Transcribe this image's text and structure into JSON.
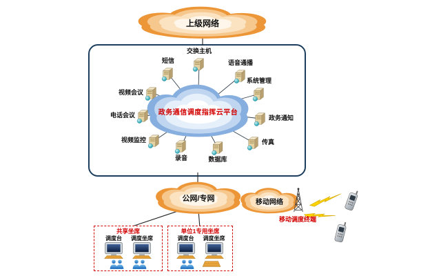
{
  "diagram": {
    "top_cloud_label": "上级网络",
    "platform": {
      "cloud_label": "政务通信调度指挥云平台",
      "servers": [
        {
          "label": "交换主机"
        },
        {
          "label": "短信"
        },
        {
          "label": "语音通播"
        },
        {
          "label": "视频会议"
        },
        {
          "label": "系统管理"
        },
        {
          "label": "电话会议"
        },
        {
          "label": "政务通知"
        },
        {
          "label": "视频监控"
        },
        {
          "label": "传真"
        },
        {
          "label": "录音"
        },
        {
          "label": "数据库"
        }
      ]
    },
    "public_cloud_label": "公网/专网",
    "mobile": {
      "cloud_label": "移动网络",
      "terminal_label": "移动调度终端"
    },
    "seat_groups": [
      {
        "title": "共享坐席",
        "consoles": [
          {
            "label": "调度台"
          },
          {
            "label": "调度坐席"
          }
        ]
      },
      {
        "title": "单位1专用坐席",
        "consoles": [
          {
            "label": "调度台"
          },
          {
            "label": "调度坐席"
          }
        ]
      }
    ],
    "colors": {
      "cloud_orange": "#EC9638",
      "cloud_blue": "#86AEDE",
      "accent_red": "#D20000"
    }
  }
}
